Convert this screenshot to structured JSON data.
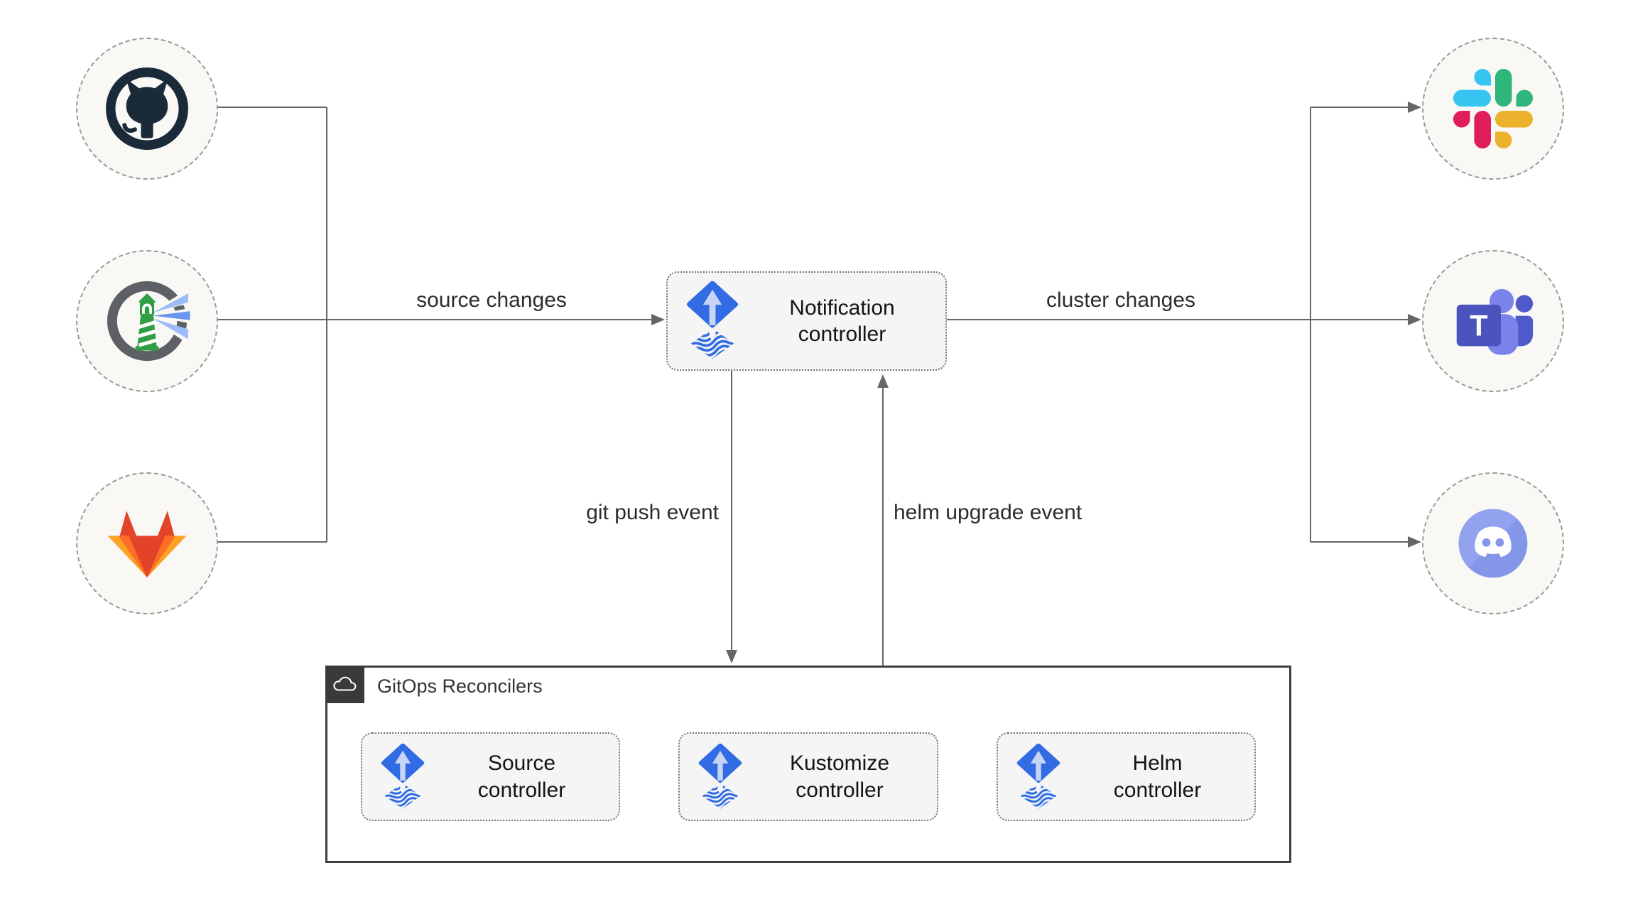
{
  "diagram_title": "Flux notification controller GitOps flow",
  "sources": [
    {
      "icon": "github-icon",
      "name": "GitHub"
    },
    {
      "icon": "harbor-icon",
      "name": "Harbor"
    },
    {
      "icon": "gitlab-icon",
      "name": "GitLab"
    }
  ],
  "targets": [
    {
      "icon": "slack-icon",
      "name": "Slack"
    },
    {
      "icon": "teams-icon",
      "name": "Microsoft Teams"
    },
    {
      "icon": "discord-icon",
      "name": "Discord"
    }
  ],
  "nodes": {
    "notification": {
      "label": "Notification controller",
      "icon": "flux-icon"
    }
  },
  "edges": {
    "source_changes": "source changes",
    "cluster_changes": "cluster changes",
    "git_push": "git push event",
    "helm_upgrade": "helm upgrade event"
  },
  "container": {
    "label": "GitOps Reconcilers",
    "icon": "cloud-icon",
    "controllers": [
      {
        "label": "Source controller",
        "icon": "flux-icon"
      },
      {
        "label": "Kustomize controller",
        "icon": "flux-icon"
      },
      {
        "label": "Helm controller",
        "icon": "flux-icon"
      }
    ]
  },
  "colors": {
    "edge_line": "#666666",
    "flux_blue": "#316ce4",
    "flux_arrow_light": "#c7d4f4",
    "node_fill": "#f5f5f5",
    "node_border": "#757575",
    "circle_fill": "#f9f8f5",
    "circle_border": "#9a9a9a",
    "container_border": "#3f3f3f",
    "badge_bg": "#3a3a3a",
    "github_navy": "#1b2a38",
    "harbor_green": "#2f9e44",
    "harbor_ring": "#5d6166",
    "gitlab_red": "#e24329",
    "gitlab_orange": "#fc6d26",
    "gitlab_yellow": "#fca326",
    "slack_blue": "#36c5f0",
    "slack_green": "#2eb67d",
    "slack_red": "#e01e5a",
    "slack_yellow": "#ecb22e",
    "teams_purple": "#4b53bc",
    "teams_light": "#7b83eb",
    "discord_blurple": "#8496e8"
  }
}
